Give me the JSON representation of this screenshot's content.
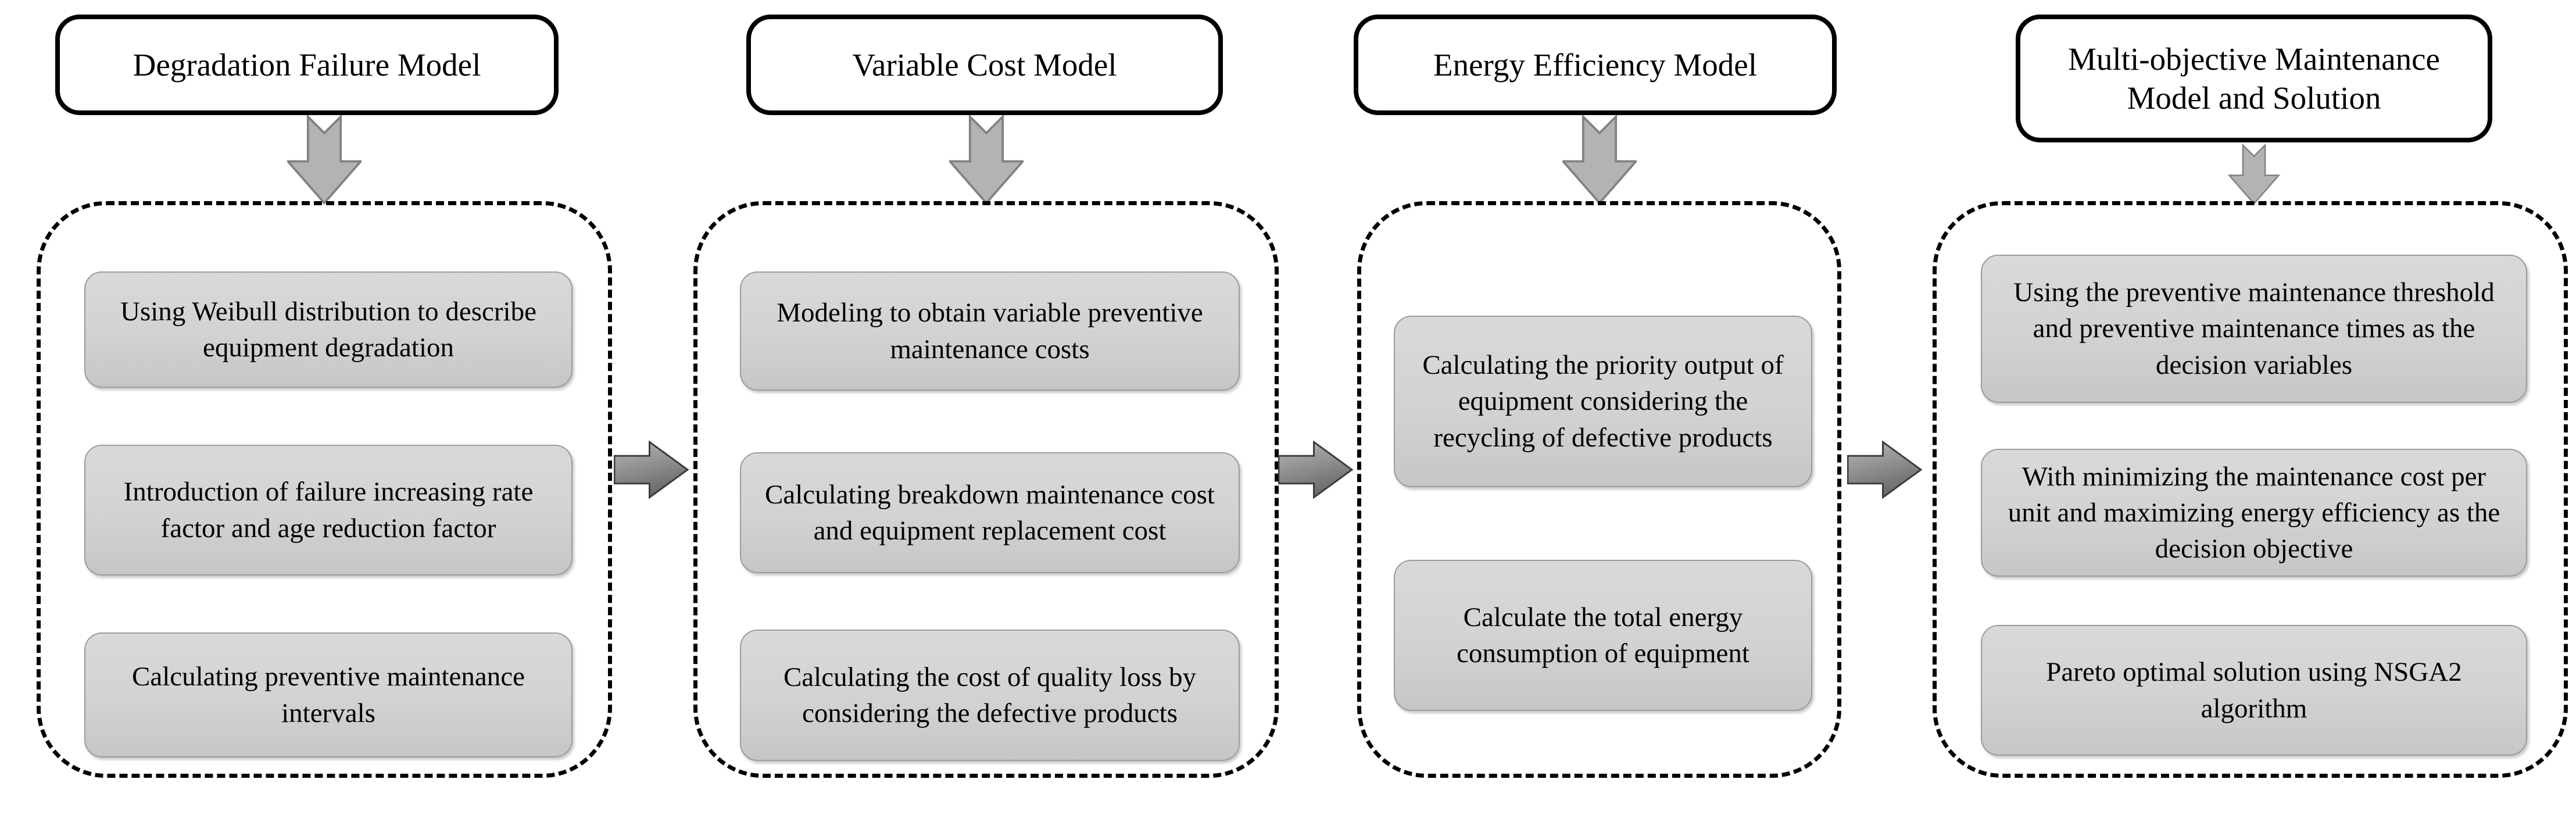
{
  "diagram": {
    "columns": [
      {
        "header": "Degradation Failure Model",
        "steps": [
          "Using Weibull distribution to describe equipment degradation",
          "Introduction of failure increasing rate factor and age reduction factor",
          "Calculating preventive maintenance intervals"
        ]
      },
      {
        "header": "Variable Cost Model",
        "steps": [
          "Modeling to obtain variable preventive maintenance costs",
          "Calculating breakdown maintenance cost and equipment replacement cost",
          "Calculating the cost of quality loss by considering the defective products"
        ]
      },
      {
        "header": "Energy Efficiency Model",
        "steps": [
          "Calculating the priority output of equipment considering the recycling of defective products",
          "Calculate the total energy consumption of equipment"
        ]
      },
      {
        "header": "Multi-objective Maintenance Model and Solution",
        "steps": [
          "Using the preventive maintenance threshold and preventive maintenance times as the decision variables",
          "With minimizing the maintenance cost per unit and maximizing energy efficiency as the decision objective",
          "Pareto optimal solution using NSGA2 algorithm"
        ]
      }
    ],
    "colors": {
      "background": "#ffffff",
      "step_fill_top": "#d9d9d9",
      "step_fill_bottom": "#c6c6c6",
      "step_border": "#9c9c9c",
      "header_border": "#000000",
      "dashed_border": "#000000",
      "down_arrow_fill": "#b3b3b3",
      "down_arrow_border": "#828282",
      "flow_arrow_fill_light": "#b8b8b8",
      "flow_arrow_fill_dark": "#6a6a6a",
      "flow_arrow_border": "#3c3c3c"
    }
  }
}
